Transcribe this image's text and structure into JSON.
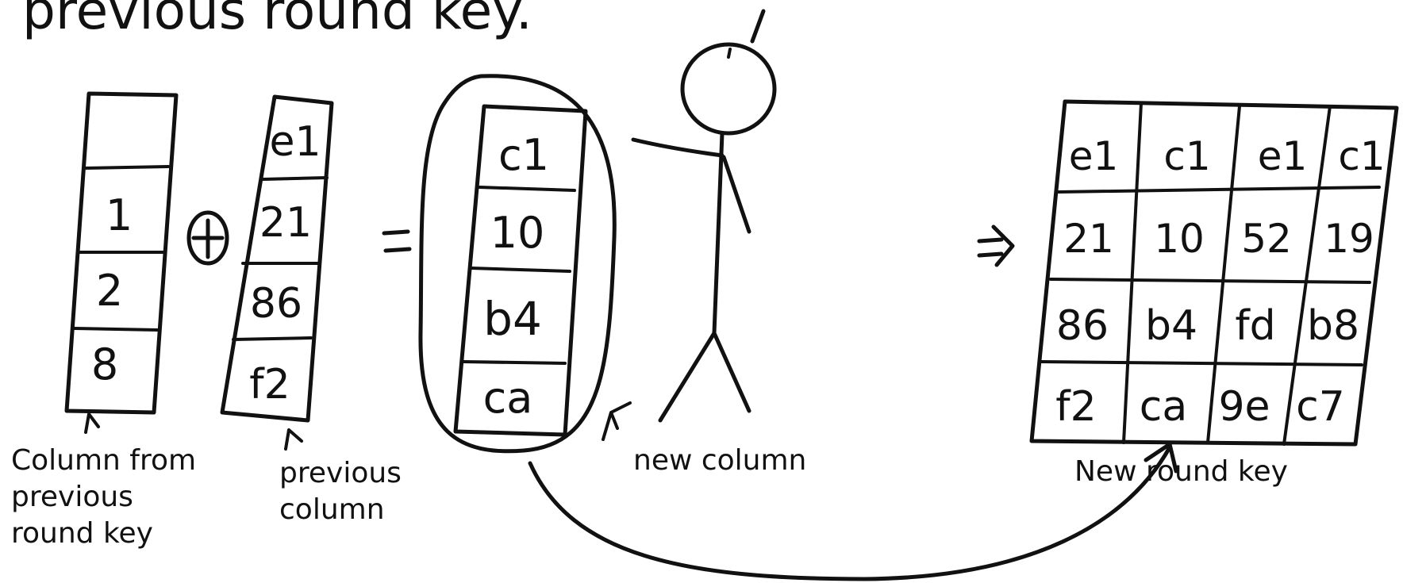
{
  "heading": "previous round key.",
  "left_column": {
    "cells": [
      "",
      "1",
      "2",
      "8"
    ],
    "caption": [
      "Column from",
      "previous",
      "round key"
    ]
  },
  "operator_xor": "⊕",
  "prev_column": {
    "cells": [
      "e1",
      "21",
      "86",
      "f2"
    ],
    "caption": [
      "previous",
      "column"
    ]
  },
  "operator_equals": "=",
  "new_column": {
    "cells": [
      "c1",
      "10",
      "b4",
      "ca"
    ],
    "caption": "new column"
  },
  "implies": "⇒",
  "round_key": {
    "rows": [
      [
        "e1",
        "c1",
        "e1",
        "c1"
      ],
      [
        "21",
        "10",
        "52",
        "19"
      ],
      [
        "86",
        "b4",
        "fd",
        "b8"
      ],
      [
        "f2",
        "ca",
        "9e",
        "c7"
      ]
    ],
    "caption": "New round key"
  }
}
